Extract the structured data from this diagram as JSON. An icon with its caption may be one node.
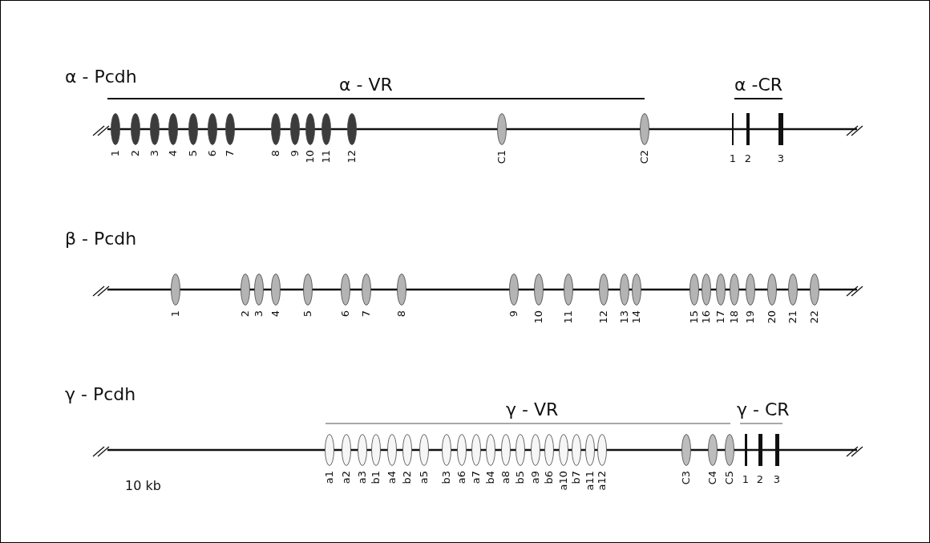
{
  "diagram": {
    "nodes": [
      {
        "text": [],
        "shape": "ellipse",
        "beside": [
          "1"
        ]
      },
      {
        "text": [],
        "shape": "ellipse",
        "beside": [
          "2"
        ]
      },
      {
        "text": [],
        "shape": "ellipse",
        "beside": [
          "3"
        ]
      },
      {
        "text": [],
        "shape": "ellipse",
        "beside": [
          "4"
        ]
      },
      {
        "text": [],
        "shape": "ellipse",
        "beside": [
          "5"
        ]
      },
      {
        "text": [],
        "shape": "ellipse",
        "beside": [
          "6"
        ]
      },
      {
        "text": [],
        "shape": "ellipse",
        "beside": [
          "7"
        ]
      },
      {
        "text": [],
        "shape": "ellipse",
        "beside": [
          "8"
        ]
      },
      {
        "text": [],
        "shape": "ellipse",
        "beside": [
          "9"
        ]
      },
      {
        "text": [],
        "shape": "ellipse",
        "beside": [
          "10"
        ]
      },
      {
        "text": [],
        "shape": "ellipse",
        "beside": [
          "11"
        ]
      },
      {
        "text": [],
        "shape": "ellipse",
        "beside": [
          "12"
        ]
      },
      {
        "text": [],
        "shape": "ellipse",
        "beside": [
          "C1"
        ]
      },
      {
        "text": [],
        "shape": "ellipse",
        "beside": [
          "C2"
        ]
      },
      {
        "text": [],
        "shape": "bar",
        "beside": [
          "1"
        ]
      },
      {
        "text": [],
        "shape": "bar",
        "beside": [
          "2"
        ]
      },
      {
        "text": [],
        "shape": "bar",
        "beside": [
          "3"
        ]
      },
      {
        "text": [],
        "shape": "ellipse",
        "beside": [
          "1"
        ]
      },
      {
        "text": [],
        "shape": "ellipse",
        "beside": [
          "2"
        ]
      },
      {
        "text": [],
        "shape": "ellipse",
        "beside": [
          "3"
        ]
      },
      {
        "text": [],
        "shape": "ellipse",
        "beside": [
          "4"
        ]
      },
      {
        "text": [],
        "shape": "ellipse",
        "beside": [
          "5"
        ]
      },
      {
        "text": [],
        "shape": "ellipse",
        "beside": [
          "6"
        ]
      },
      {
        "text": [],
        "shape": "ellipse",
        "beside": [
          "7"
        ]
      },
      {
        "text": [],
        "shape": "ellipse",
        "beside": [
          "8"
        ]
      },
      {
        "text": [],
        "shape": "ellipse",
        "beside": [
          "9"
        ]
      },
      {
        "text": [],
        "shape": "ellipse",
        "beside": [
          "10"
        ]
      },
      {
        "text": [],
        "shape": "ellipse",
        "beside": [
          "11"
        ]
      },
      {
        "text": [],
        "shape": "ellipse",
        "beside": [
          "12"
        ]
      },
      {
        "text": [],
        "shape": "ellipse",
        "beside": [
          "13"
        ]
      },
      {
        "text": [],
        "shape": "ellipse",
        "beside": [
          "14"
        ]
      },
      {
        "text": [],
        "shape": "ellipse",
        "beside": [
          "15"
        ]
      },
      {
        "text": [],
        "shape": "ellipse",
        "beside": [
          "16"
        ]
      },
      {
        "text": [],
        "shape": "ellipse",
        "beside": [
          "17"
        ]
      },
      {
        "text": [],
        "shape": "ellipse",
        "beside": [
          "18"
        ]
      },
      {
        "text": [],
        "shape": "ellipse",
        "beside": [
          "19"
        ]
      },
      {
        "text": [],
        "shape": "ellipse",
        "beside": [
          "20"
        ]
      },
      {
        "text": [],
        "shape": "ellipse",
        "beside": [
          "21"
        ]
      },
      {
        "text": [],
        "shape": "ellipse",
        "beside": [
          "22"
        ]
      },
      {
        "text": [],
        "shape": "ellipse",
        "beside": [
          "a1"
        ]
      },
      {
        "text": [],
        "shape": "ellipse",
        "beside": [
          "a2"
        ]
      },
      {
        "text": [],
        "shape": "ellipse",
        "beside": [
          "a3"
        ]
      },
      {
        "text": [],
        "shape": "ellipse",
        "beside": [
          "b1"
        ]
      },
      {
        "text": [],
        "shape": "ellipse",
        "beside": [
          "a4"
        ]
      },
      {
        "text": [],
        "shape": "ellipse",
        "beside": [
          "b2"
        ]
      },
      {
        "text": [],
        "shape": "ellipse",
        "beside": [
          "a5"
        ]
      },
      {
        "text": [],
        "shape": "ellipse",
        "beside": [
          "b3"
        ]
      },
      {
        "text": [],
        "shape": "ellipse",
        "beside": [
          "a6"
        ]
      },
      {
        "text": [],
        "shape": "ellipse",
        "beside": [
          "a7"
        ]
      },
      {
        "text": [],
        "shape": "ellipse",
        "beside": [
          "b4"
        ]
      },
      {
        "text": [],
        "shape": "ellipse",
        "beside": [
          "a8"
        ]
      },
      {
        "text": [],
        "shape": "ellipse",
        "beside": [
          "b5"
        ]
      },
      {
        "text": [],
        "shape": "ellipse",
        "beside": [
          "a9"
        ]
      },
      {
        "text": [],
        "shape": "ellipse",
        "beside": [
          "b6"
        ]
      },
      {
        "text": [],
        "shape": "ellipse",
        "beside": [
          "a10"
        ]
      },
      {
        "text": [],
        "shape": "ellipse",
        "beside": [
          "b7"
        ]
      },
      {
        "text": [],
        "shape": "ellipse",
        "beside": [
          "a11"
        ]
      },
      {
        "text": [],
        "shape": "ellipse",
        "beside": [
          "a12"
        ]
      },
      {
        "text": [],
        "shape": "ellipse",
        "beside": [
          "C3"
        ]
      },
      {
        "text": [],
        "shape": "ellipse",
        "beside": [
          "C4"
        ]
      },
      {
        "text": [],
        "shape": "ellipse",
        "beside": [
          "C5"
        ]
      },
      {
        "text": [],
        "shape": "bar",
        "beside": [
          "1"
        ]
      },
      {
        "text": [],
        "shape": "bar",
        "beside": [
          "2"
        ]
      },
      {
        "text": [],
        "shape": "bar",
        "beside": [
          "3"
        ]
      }
    ],
    "labels": [
      "α - Pcdh",
      "α - VR",
      "α -CR",
      "β - Pcdh",
      "γ - Pcdh",
      "γ - VR",
      "γ - CR",
      "10 kb"
    ]
  }
}
